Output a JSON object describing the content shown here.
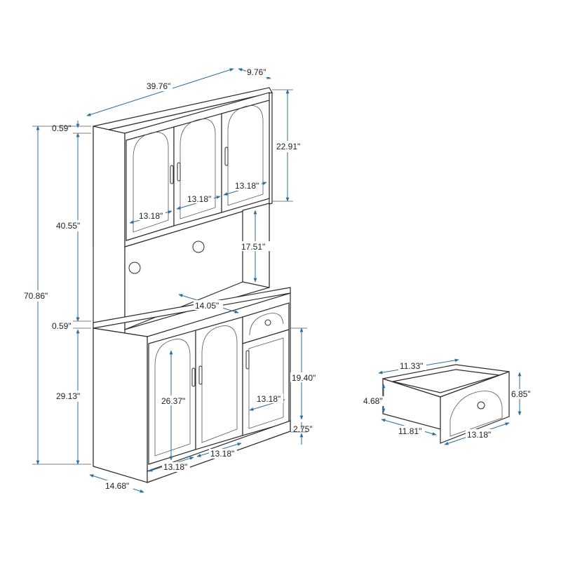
{
  "colors": {
    "line": "#2b2b2b",
    "dimension": "#2a6fa3",
    "text": "#222222",
    "background": "#ffffff"
  },
  "dimensions": {
    "total_width": "39.76\"",
    "depth_top": "9.76\"",
    "top_thickness": "0.59\"",
    "upper_height": "40.55\"",
    "total_height": "70.86\"",
    "mid_thickness": "0.59\"",
    "lower_height": "29.13\"",
    "upper_cabinet_height": "22.91\"",
    "upper_door_1_width": "13.18\"",
    "upper_door_2_width": "13.18\"",
    "upper_door_3_width": "13.18\"",
    "open_shelf_height": "17.51\"",
    "open_shelf_width": "14.05\"",
    "lower_door_height": "26.37\"",
    "right_door_height": "19.40\"",
    "right_door_width": "13.18\"",
    "base_height": "2.75\"",
    "lower_door_1_width": "13.18\"",
    "lower_door_2_width": "13.18\"",
    "lower_depth": "14.68\"",
    "drawer_inner_width": "11.33\"",
    "drawer_side_height": "4.68\"",
    "drawer_front_height": "6.85\"",
    "drawer_depth": "11.81\"",
    "drawer_front_width": "13.18\""
  }
}
